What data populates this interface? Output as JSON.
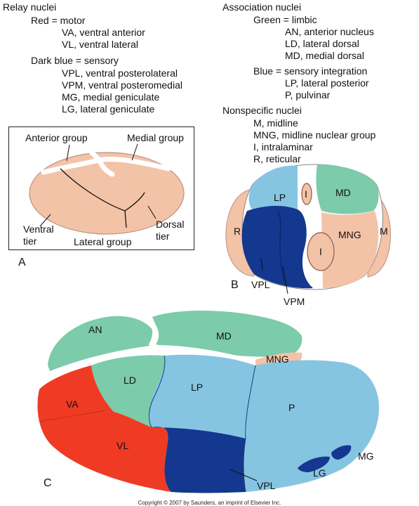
{
  "legend": {
    "relay": {
      "heading": "Relay nuclei",
      "motor": {
        "heading": "Red = motor",
        "items": [
          "VA, ventral anterior",
          "VL, ventral lateral"
        ]
      },
      "sensory": {
        "heading": "Dark blue = sensory",
        "items": [
          "VPL, ventral posterolateral",
          "VPM, ventral posteromedial",
          "MG, medial geniculate",
          "LG, lateral geniculate"
        ]
      }
    },
    "association": {
      "heading": "Association nuclei",
      "limbic": {
        "heading": "Green = limbic",
        "items": [
          "AN, anterior nucleus",
          "LD, lateral dorsal",
          "MD, medial dorsal"
        ]
      },
      "integration": {
        "heading": "Blue = sensory integration",
        "items": [
          "LP, lateral posterior",
          "P, pulvinar"
        ]
      }
    },
    "nonspecific": {
      "heading": "Nonspecific nuclei",
      "items": [
        "M, midline",
        "MNG, midline nuclear group",
        "I, intralaminar",
        "R, reticular"
      ]
    }
  },
  "panelA": {
    "letter": "A",
    "labels": {
      "anterior": "Anterior group",
      "medial": "Medial group",
      "ventral_1": "Ventral",
      "ventral_2": "tier",
      "dorsal_1": "Dorsal",
      "dorsal_2": "tier",
      "lateral": "Lateral group"
    }
  },
  "panelB": {
    "letter": "B",
    "labels": {
      "LP": "LP",
      "MD": "MD",
      "I_top": "I",
      "I_bottom": "I",
      "R": "R",
      "M": "M",
      "MNG": "MNG",
      "VPL": "VPL",
      "VPM": "VPM"
    }
  },
  "panelC": {
    "letter": "C",
    "labels": {
      "AN": "AN",
      "MD": "MD",
      "MNG": "MNG",
      "LD": "LD",
      "LP": "LP",
      "P": "P",
      "VA": "VA",
      "VL": "VL",
      "VPL": "VPL",
      "LG": "LG",
      "MG": "MG"
    }
  },
  "colors": {
    "motor_red": "#ef3b24",
    "sensory_dark_blue": "#14388f",
    "limbic_green": "#7ccbaa",
    "integration_blue": "#86c5e2",
    "nonspecific_tan": "#f3c3a8",
    "outline": "#222222"
  },
  "copyright": "Copyright © 2007 by Saunders, an imprint of Elsevier Inc."
}
